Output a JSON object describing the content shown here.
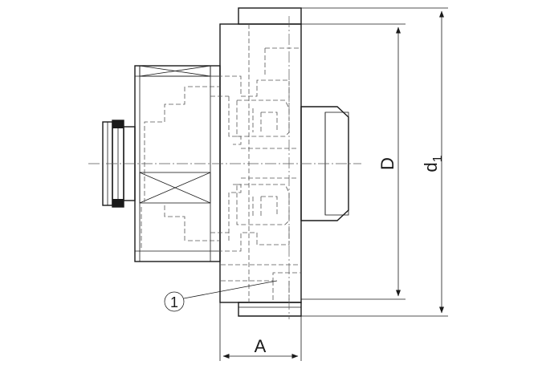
{
  "labels": {
    "dim_a": "A",
    "dim_d": "D",
    "dim_d1_main": "d",
    "dim_d1_sub": "1",
    "callout_1": "1"
  }
}
